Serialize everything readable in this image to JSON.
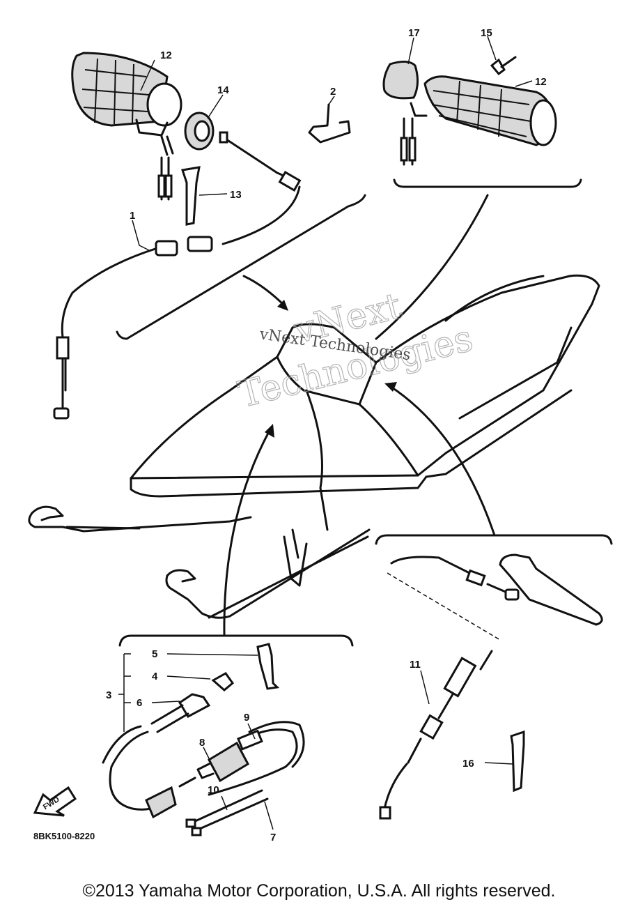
{
  "diagram": {
    "callouts": {
      "c1": "1",
      "c2": "2",
      "c3": "3",
      "c4": "4",
      "c5": "5",
      "c6": "6",
      "c7": "7",
      "c8": "8",
      "c9": "9",
      "c10": "10",
      "c11": "11",
      "c12a": "12",
      "c12b": "12",
      "c13": "13",
      "c14": "14",
      "c15": "15",
      "c16": "16",
      "c17": "17"
    },
    "fwd_label": "FWD",
    "drawing_code": "8BK5100-8220"
  },
  "watermark": {
    "line1": "vNext",
    "line2": "Technologies",
    "inline": "vNext Technologies"
  },
  "footer": {
    "copyright": "©2013 Yamaha Motor Corporation, U.S.A. All rights reserved."
  }
}
